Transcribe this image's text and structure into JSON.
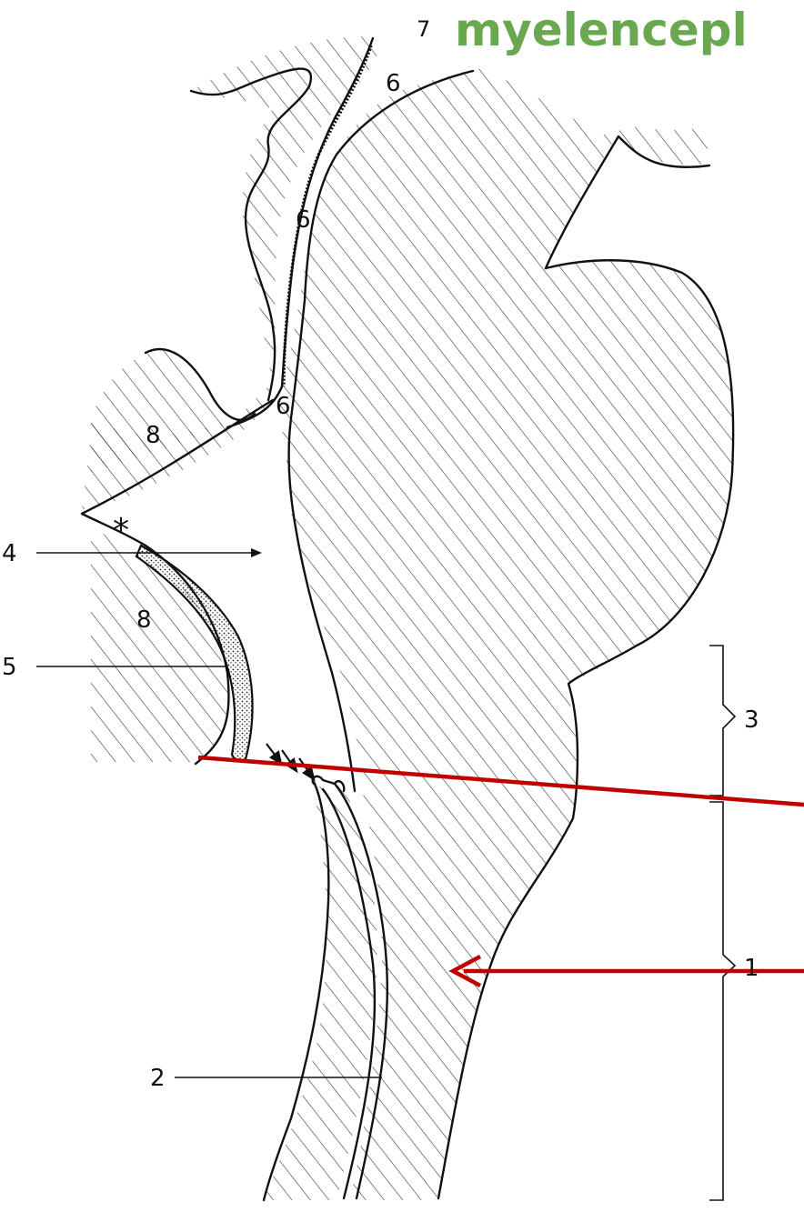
{
  "title": {
    "prefix": "7",
    "text": "myelencepl",
    "color": "#6aa84f"
  },
  "labels": {
    "six_top": "6",
    "six_mid": "6",
    "six_low": "6",
    "eight_upper": "8",
    "eight_lower": "8",
    "asterisk": "*",
    "four": "4",
    "five": "5",
    "two": "2",
    "three": "3",
    "one": "1"
  },
  "colors": {
    "ink": "#111111",
    "hatch": "#333333",
    "annotation_red": "#c00000"
  }
}
